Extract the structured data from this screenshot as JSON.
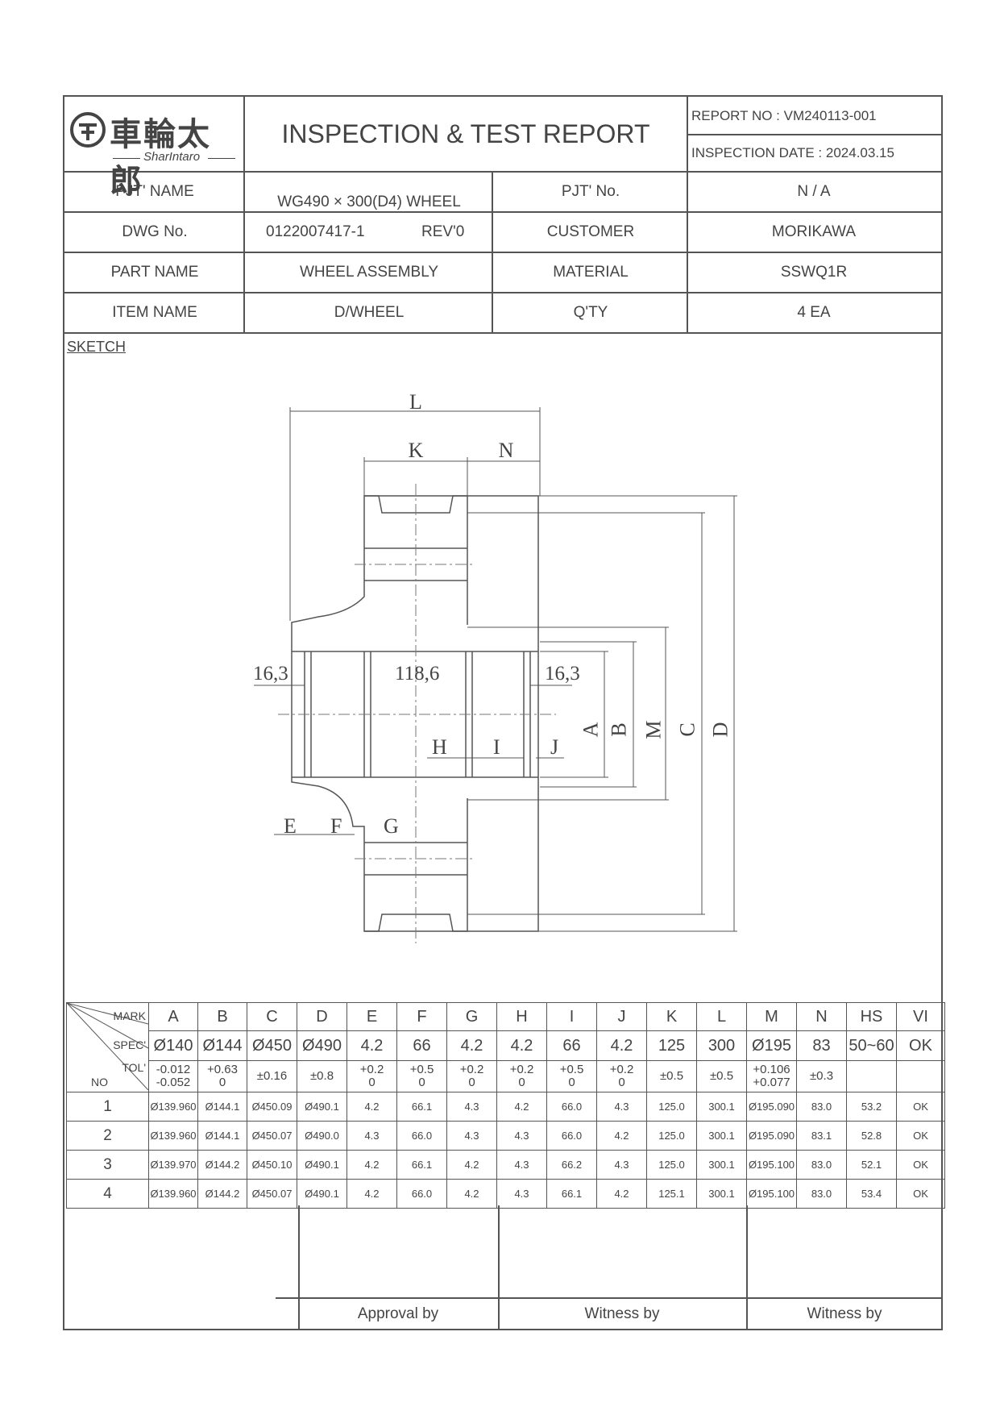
{
  "header": {
    "company_name": "車輪太郎",
    "company_sub": "SharIntaro",
    "title": "INSPECTION & TEST REPORT",
    "report_no": "REPORT NO : VM240113-001",
    "inspection_date": "INSPECTION DATE : 2024.03.15"
  },
  "info": {
    "pjt_name_label": "PJT' NAME",
    "pjt_name_value": "WG490 × 300(D4) WHEEL",
    "pjt_no_label": "PJT' No.",
    "pjt_no_value": "N / A",
    "dwg_no_label": "DWG No.",
    "dwg_no_value": "0122007417-1",
    "rev_value": "REV'0",
    "customer_label": "CUSTOMER",
    "customer_value": "MORIKAWA",
    "part_name_label": "PART NAME",
    "part_name_value": "WHEEL ASSEMBLY",
    "material_label": "MATERIAL",
    "material_value": "SSWQ1R",
    "item_name_label": "ITEM NAME",
    "item_name_value": "D/WHEEL",
    "qty_label": "Q'TY",
    "qty_value": "4 EA"
  },
  "sketch": {
    "label": "SKETCH",
    "dims": {
      "L": "L",
      "K": "K",
      "N": "N",
      "left_width": "16,3",
      "center_width": "118,6",
      "right_width": "16,3",
      "H": "H",
      "I": "I",
      "J": "J",
      "A": "A",
      "B": "B",
      "M": "M",
      "C": "C",
      "D": "D",
      "E": "E",
      "F": "F",
      "G": "G"
    }
  },
  "table": {
    "corner": {
      "mark": "MARK",
      "spec": "SPEC'",
      "tol": "TOL'",
      "no": "NO"
    },
    "marks": [
      "A",
      "B",
      "C",
      "D",
      "E",
      "F",
      "G",
      "H",
      "I",
      "J",
      "K",
      "L",
      "M",
      "N",
      "HS",
      "VI"
    ],
    "specs": [
      "Ø140",
      "Ø144",
      "Ø450",
      "Ø490",
      "4.2",
      "66",
      "4.2",
      "4.2",
      "66",
      "4.2",
      "125",
      "300",
      "Ø195",
      "83",
      "50~60",
      "OK"
    ],
    "tols": [
      [
        "-0.012",
        "-0.052"
      ],
      [
        "+0.63",
        "0"
      ],
      [
        "±0.16",
        ""
      ],
      [
        "±0.8",
        ""
      ],
      [
        "+0.2",
        "0"
      ],
      [
        "+0.5",
        "0"
      ],
      [
        "+0.2",
        "0"
      ],
      [
        "+0.2",
        "0"
      ],
      [
        "+0.5",
        "0"
      ],
      [
        "+0.2",
        "0"
      ],
      [
        "±0.5",
        ""
      ],
      [
        "±0.5",
        ""
      ],
      [
        "+0.106",
        "+0.077"
      ],
      [
        "±0.3",
        ""
      ],
      [
        "",
        ""
      ],
      [
        "",
        ""
      ]
    ],
    "rows": [
      {
        "no": "1",
        "values": [
          "Ø139.960",
          "Ø144.1",
          "Ø450.09",
          "Ø490.1",
          "4.2",
          "66.1",
          "4.3",
          "4.2",
          "66.0",
          "4.3",
          "125.0",
          "300.1",
          "Ø195.090",
          "83.0",
          "53.2",
          "OK"
        ]
      },
      {
        "no": "2",
        "values": [
          "Ø139.960",
          "Ø144.1",
          "Ø450.07",
          "Ø490.0",
          "4.3",
          "66.0",
          "4.3",
          "4.3",
          "66.0",
          "4.2",
          "125.0",
          "300.1",
          "Ø195.090",
          "83.1",
          "52.8",
          "OK"
        ]
      },
      {
        "no": "3",
        "values": [
          "Ø139.970",
          "Ø144.2",
          "Ø450.10",
          "Ø490.1",
          "4.2",
          "66.1",
          "4.2",
          "4.3",
          "66.2",
          "4.3",
          "125.0",
          "300.1",
          "Ø195.100",
          "83.0",
          "52.1",
          "OK"
        ]
      },
      {
        "no": "4",
        "values": [
          "Ø139.960",
          "Ø144.2",
          "Ø450.07",
          "Ø490.1",
          "4.2",
          "66.0",
          "4.2",
          "4.3",
          "66.1",
          "4.2",
          "125.1",
          "300.1",
          "Ø195.100",
          "83.0",
          "53.4",
          "OK"
        ]
      }
    ]
  },
  "signatures": {
    "approval": "Approval by",
    "witness1": "Witness by",
    "witness2": "Witness by"
  }
}
